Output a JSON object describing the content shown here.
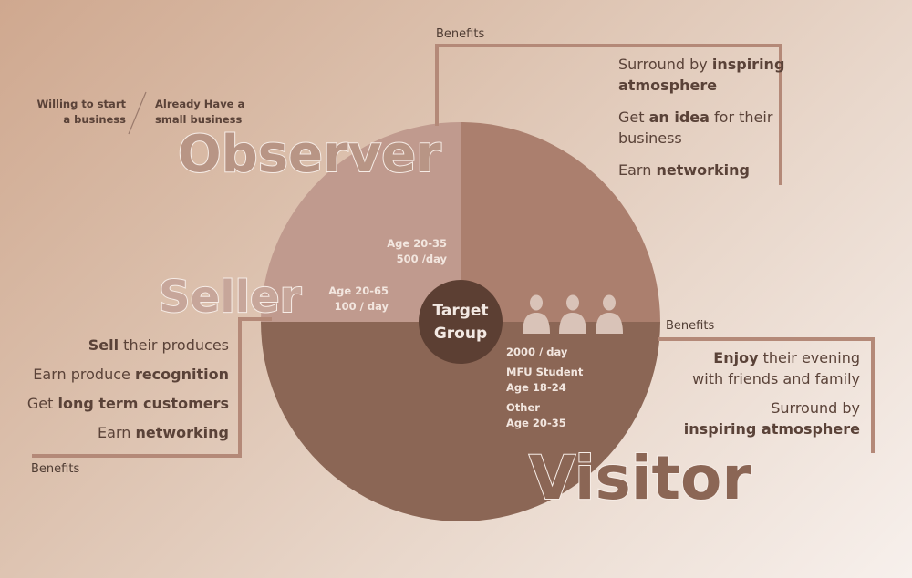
{
  "colors": {
    "observer": "#ab7f6e",
    "seller": "#c09a8e",
    "visitor": "#8b6655",
    "center": "#5c3f33",
    "bracket": "#b48978",
    "observer_title": "#b89585",
    "seller_title": "#c7a69a",
    "visitor_title": "#8b6655"
  },
  "chart_data": {
    "type": "pie",
    "center_label": [
      "Target",
      "Group"
    ],
    "slices": [
      {
        "name": "Observer",
        "value": 500
      },
      {
        "name": "Visitor",
        "value": 2000
      },
      {
        "name": "Seller",
        "value": 100
      }
    ]
  },
  "observer": {
    "title": "Observer",
    "note_left": [
      "Willing to start",
      "a business"
    ],
    "note_right": [
      "Already Have a",
      "small business"
    ],
    "pie_label": [
      "Age 20-35",
      "500 /day"
    ],
    "benefits_label": "Benefits",
    "benefits": [
      [
        {
          "t": "Surround by ",
          "b": false
        },
        {
          "t": "inspiring",
          "b": true
        }
      ],
      [
        {
          "t": "atmosphere",
          "b": true
        }
      ],
      [
        {
          "t": "Get ",
          "b": false
        },
        {
          "t": "an idea",
          "b": true
        },
        {
          "t": " for their",
          "b": false
        }
      ],
      [
        {
          "t": "business",
          "b": false
        }
      ],
      [
        {
          "t": "Earn ",
          "b": false
        },
        {
          "t": "networking",
          "b": true
        }
      ]
    ]
  },
  "seller": {
    "title": "Seller",
    "pie_label": [
      "Age 20-65",
      "100 / day"
    ],
    "benefits_label": "Benefits",
    "benefits": [
      [
        {
          "t": "Sell",
          "b": true
        },
        {
          "t": " their produces",
          "b": false
        }
      ],
      [
        {
          "t": "Earn produce ",
          "b": false
        },
        {
          "t": "recognition",
          "b": true
        }
      ],
      [
        {
          "t": "Get ",
          "b": false
        },
        {
          "t": "long term customers",
          "b": true
        }
      ],
      [
        {
          "t": "Earn ",
          "b": false
        },
        {
          "t": "networking",
          "b": true
        }
      ]
    ]
  },
  "visitor": {
    "title": "Visitor",
    "pie_label": [
      "2000 / day",
      "",
      "MFU Student",
      "Age 18-24",
      "",
      "Other",
      "Age 20-35"
    ],
    "icons": [
      "person-icon",
      "person-icon",
      "person-icon"
    ],
    "benefits_label": "Benefits",
    "benefits": [
      [
        {
          "t": "Enjoy",
          "b": true
        },
        {
          "t": " their evening",
          "b": false
        }
      ],
      [
        {
          "t": "with friends and family",
          "b": false
        }
      ],
      [
        {
          "t": "",
          "b": false
        }
      ],
      [
        {
          "t": "Surround by",
          "b": false
        }
      ],
      [
        {
          "t": "inspiring atmosphere",
          "b": true
        }
      ]
    ]
  }
}
